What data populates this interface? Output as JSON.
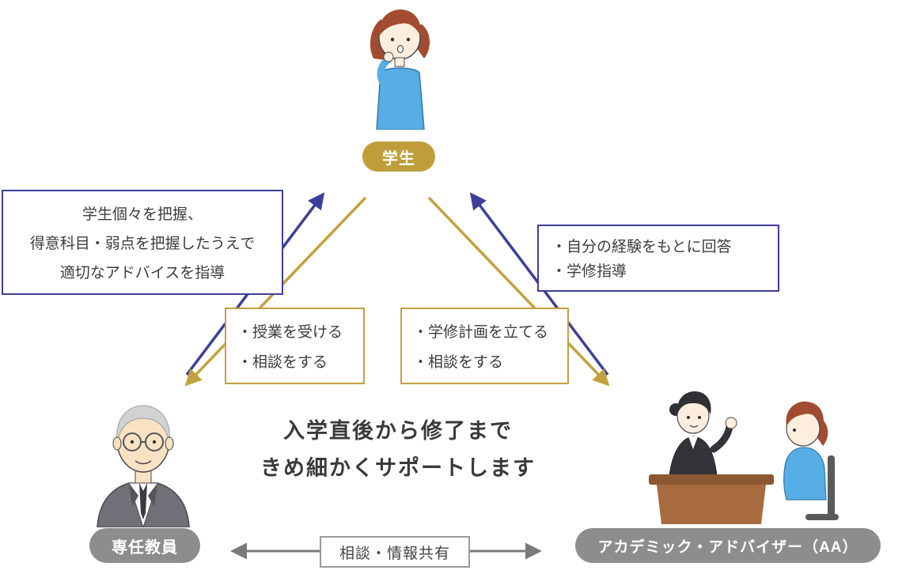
{
  "nodes": {
    "student": {
      "label": "学生"
    },
    "teacher": {
      "label": "専任教員"
    },
    "advisor": {
      "label": "アカデミック・アドバイザー（AA）"
    }
  },
  "boxes": {
    "teacher_support": {
      "lines": [
        "学生個々を把握、",
        "得意科目・弱点を把握したうえで",
        "適切なアドバイスを指導"
      ]
    },
    "advisor_support": {
      "lines": [
        "・自分の経験をもとに回答",
        "・学修指導"
      ]
    },
    "student_to_teacher": {
      "lines": [
        "・授業を受ける",
        "・相談をする"
      ]
    },
    "student_to_advisor": {
      "lines": [
        "・学修計画を立てる",
        "・相談をする"
      ]
    }
  },
  "center_message": {
    "line1": "入学直後から修了まで",
    "line2": "きめ細かくサポートします"
  },
  "bottom_link": {
    "label": "相談・情報共有"
  },
  "illustrations": {
    "student": "student-thinking-illustration",
    "teacher": "elderly-teacher-illustration",
    "advisor": "advisor-meeting-illustration"
  },
  "colors": {
    "blue": "#3c3f99",
    "gold": "#c2a23f",
    "badge_gold": "#bf9d3a",
    "badge_gray": "#8d8d8d",
    "arrow_gray": "#7a7a7a",
    "text": "#3c3c3c"
  }
}
